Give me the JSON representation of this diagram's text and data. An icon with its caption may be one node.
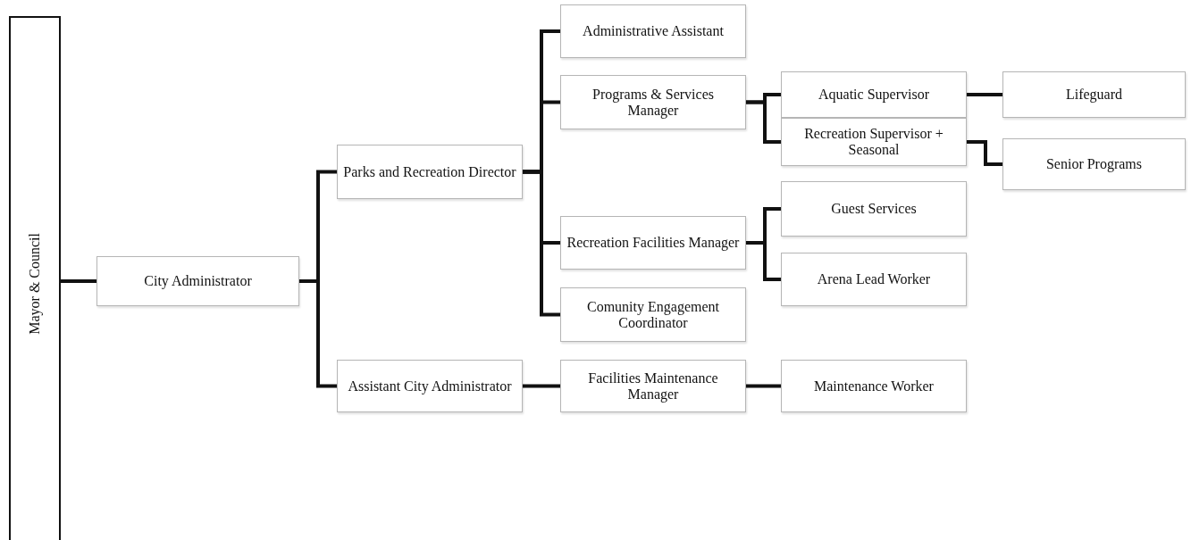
{
  "diagram": {
    "nodes": [
      {
        "text": [
          "Mayor & Council"
        ]
      },
      {
        "text": [
          "City Administrator"
        ]
      },
      {
        "text": [
          "Parks and Recreation Director"
        ]
      },
      {
        "text": [
          "Administrative Assistant"
        ]
      },
      {
        "text": [
          "Programs & Services Manager"
        ]
      },
      {
        "text": [
          "Aquatic Supervisor"
        ]
      },
      {
        "text": [
          "Lifeguard"
        ]
      },
      {
        "text": [
          "Recreation Supervisor + Seasonal"
        ]
      },
      {
        "text": [
          "Senior Programs"
        ]
      },
      {
        "text": [
          "Recreation Facilities Manager"
        ]
      },
      {
        "text": [
          "Guest Services"
        ]
      },
      {
        "text": [
          "Arena Lead Worker"
        ]
      },
      {
        "text": [
          "Comunity Engagement Coordinator"
        ]
      },
      {
        "text": [
          "Assistant City Administrator"
        ]
      },
      {
        "text": [
          "Facilities Maintenance Manager"
        ]
      },
      {
        "text": [
          "Maintenance Worker"
        ]
      }
    ],
    "edges": [
      {
        "from": 0,
        "to": 1,
        "arrow": "none"
      },
      {
        "from": 1,
        "to": 2,
        "arrow": "none"
      },
      {
        "from": 1,
        "to": 13,
        "arrow": "none"
      },
      {
        "from": 2,
        "to": 3,
        "arrow": "none"
      },
      {
        "from": 2,
        "to": 4,
        "arrow": "none"
      },
      {
        "from": 2,
        "to": 9,
        "arrow": "none"
      },
      {
        "from": 2,
        "to": 12,
        "arrow": "none"
      },
      {
        "from": 4,
        "to": 5,
        "arrow": "none"
      },
      {
        "from": 4,
        "to": 7,
        "arrow": "none"
      },
      {
        "from": 5,
        "to": 6,
        "arrow": "none"
      },
      {
        "from": 7,
        "to": 8,
        "arrow": "none"
      },
      {
        "from": 9,
        "to": 10,
        "arrow": "none"
      },
      {
        "from": 9,
        "to": 11,
        "arrow": "none"
      },
      {
        "from": 13,
        "to": 14,
        "arrow": "none"
      },
      {
        "from": 14,
        "to": 15,
        "arrow": "none"
      }
    ]
  }
}
